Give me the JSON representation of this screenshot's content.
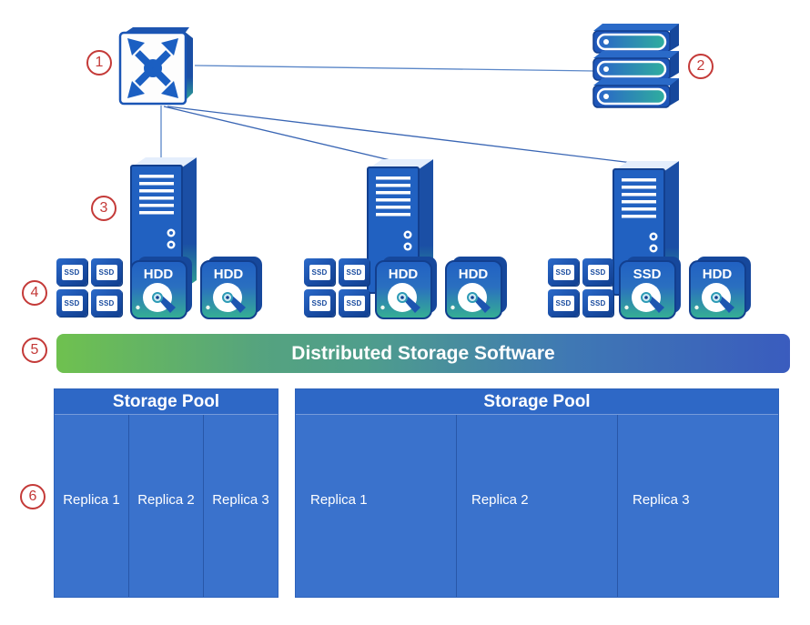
{
  "callouts": [
    {
      "num": "1"
    },
    {
      "num": "2"
    },
    {
      "num": "3"
    },
    {
      "num": "4"
    },
    {
      "num": "5"
    },
    {
      "num": "6"
    }
  ],
  "banner": {
    "label": "Distributed Storage Software"
  },
  "nodes": [
    {
      "chips": [
        "SSD",
        "SSD",
        "SSD",
        "SSD"
      ],
      "drives": [
        "HDD",
        "HDD"
      ]
    },
    {
      "chips": [
        "SSD",
        "SSD",
        "SSD",
        "SSD"
      ],
      "drives": [
        "HDD",
        "HDD"
      ]
    },
    {
      "chips": [
        "SSD",
        "SSD",
        "SSD",
        "SSD"
      ],
      "drives": [
        "SSD",
        "HDD"
      ]
    }
  ],
  "pools": [
    {
      "title": "Storage Pool",
      "replicas": [
        "Replica 1",
        "Replica 2",
        "Replica 3"
      ]
    },
    {
      "title": "Storage Pool",
      "replicas": [
        "Replica 1",
        "Replica 2",
        "Replica 3"
      ]
    }
  ],
  "colors": {
    "primary_blue": "#1d55b0",
    "deep_blue": "#123f8e",
    "pool_blue": "#3a72cc",
    "pool_header_blue": "#2e68c6",
    "banner_green": "#6fc14f",
    "banner_teal": "#4f9e8c",
    "banner_blue": "#3a5cbe",
    "callout_red": "#c43a38",
    "line_blue": "#5b87c8",
    "teal_accent": "#2fa892"
  }
}
